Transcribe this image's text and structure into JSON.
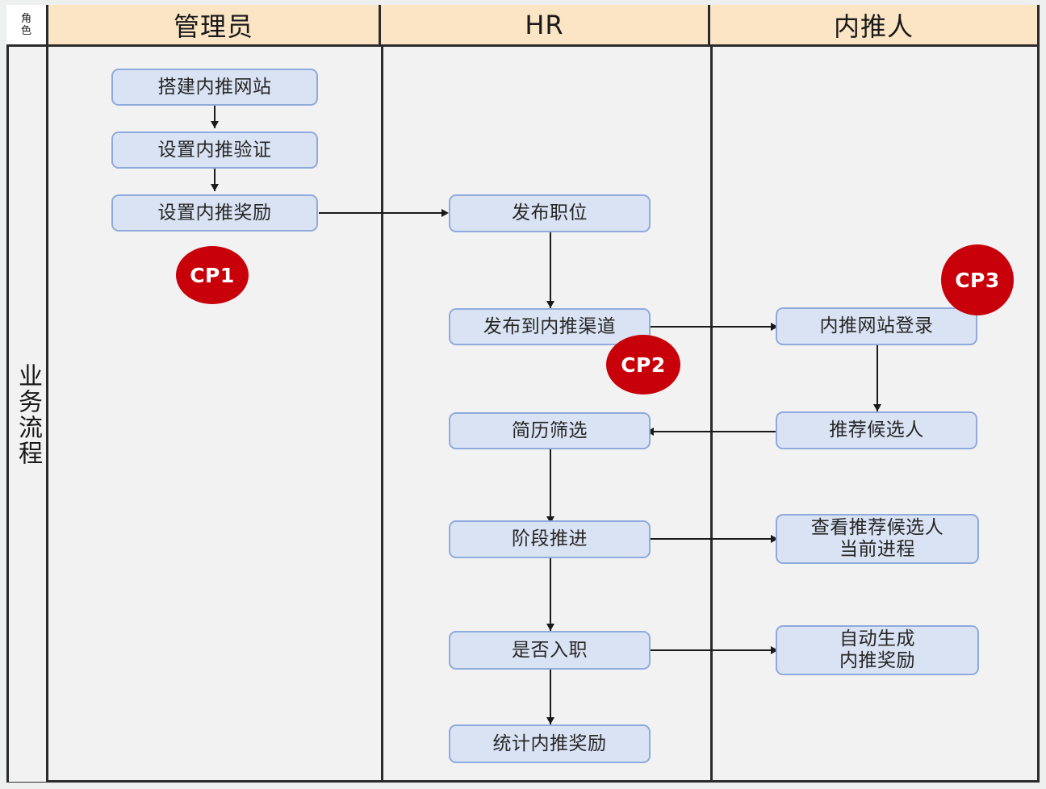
{
  "diagram": {
    "background_color": "#f2f2f2",
    "node_fill": "#dae3f3",
    "node_border": "#8faadc",
    "header_fill": "#fbe5c4",
    "badge_color": "#c8000a"
  },
  "corner_header": {
    "line1": "角",
    "line2": "色"
  },
  "side_label": {
    "text": "业务流程"
  },
  "lanes": [
    {
      "id": "admin",
      "label": "管理员"
    },
    {
      "id": "hr",
      "label": "HR"
    },
    {
      "id": "referrer",
      "label": "内推人"
    }
  ],
  "nodes": {
    "admin": [
      {
        "id": "build-site",
        "label": "搭建内推网站"
      },
      {
        "id": "set-verify",
        "label": "设置内推验证"
      },
      {
        "id": "set-reward",
        "label": "设置内推奖励"
      }
    ],
    "hr": [
      {
        "id": "post-job",
        "label": "发布职位"
      },
      {
        "id": "post-channel",
        "label": "发布到内推渠道"
      },
      {
        "id": "resume-screen",
        "label": "简历筛选"
      },
      {
        "id": "stage-advance",
        "label": "阶段推进"
      },
      {
        "id": "onboard-decision",
        "label": "是否入职"
      },
      {
        "id": "reward-stats",
        "label": "统计内推奖励"
      }
    ],
    "referrer": [
      {
        "id": "site-login",
        "label": "内推网站登录"
      },
      {
        "id": "recommend-candidate",
        "label": "推荐候选人"
      },
      {
        "id": "view-progress",
        "label": "查看推荐候选人\n当前进程"
      },
      {
        "id": "auto-reward",
        "label": "自动生成\n内推奖励"
      }
    ]
  },
  "badges": [
    {
      "id": "cp1",
      "label": "CP1",
      "lane": "admin"
    },
    {
      "id": "cp2",
      "label": "CP2",
      "lane": "hr"
    },
    {
      "id": "cp3",
      "label": "CP3",
      "lane": "referrer"
    }
  ]
}
